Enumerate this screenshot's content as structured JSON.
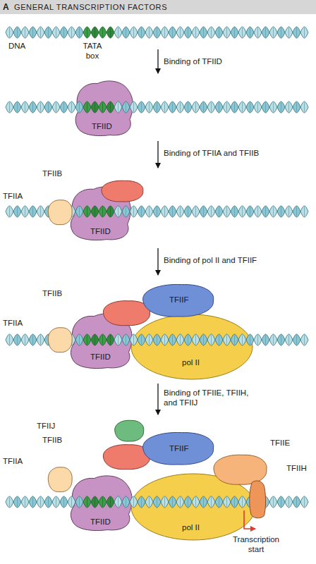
{
  "diagram": {
    "title": "GENERAL TRANSCRIPTION FACTORS",
    "nodes": [
      {
        "text": [
          "TFIID"
        ]
      },
      {
        "text": [
          "TFIIB"
        ]
      },
      {
        "text": [
          "TFIIA"
        ]
      },
      {
        "text": [
          "TFIID"
        ]
      },
      {
        "text": [
          "TFIIB"
        ]
      },
      {
        "text": [
          "TFIIA"
        ]
      },
      {
        "text": [
          "TFIIF"
        ]
      },
      {
        "text": [
          "TFIID"
        ]
      },
      {
        "text": [
          "pol II"
        ]
      },
      {
        "text": [
          "TFIIJ"
        ]
      },
      {
        "text": [
          "TFIIB"
        ]
      },
      {
        "text": [
          "TFIIF"
        ]
      },
      {
        "text": [
          "TFIIE"
        ]
      },
      {
        "text": [
          "TFIIA"
        ]
      },
      {
        "text": [
          "TFIIH"
        ]
      },
      {
        "text": [
          "TFIID"
        ]
      },
      {
        "text": [
          "pol II"
        ]
      }
    ],
    "labels": [
      "A",
      "DNA",
      "TATA box",
      "Binding of TFIID",
      "Binding of TFIIA and TFIIB",
      "Binding of pol II and TFIIF",
      "Binding of TFIIE, TFIIH, and TFIIJ",
      "Transcription start"
    ]
  }
}
